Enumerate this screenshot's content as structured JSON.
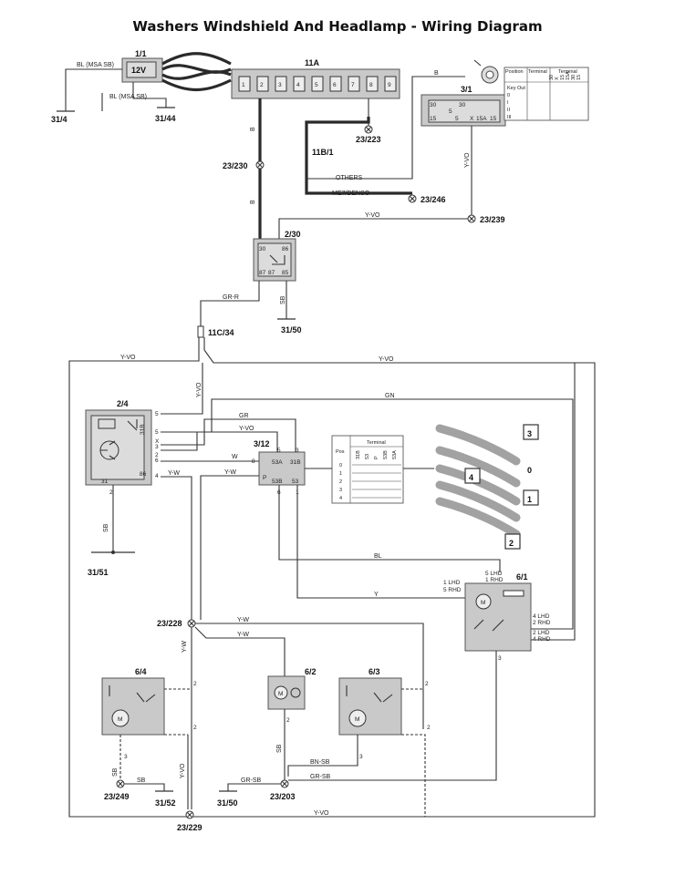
{
  "title": "Washers Windshield And Headlamp - Wiring Diagram",
  "components": {
    "c1_1": {
      "label": "1/1",
      "value": "12V"
    },
    "c11A": {
      "label": "11A",
      "pins": [
        "1",
        "2",
        "3",
        "4",
        "5",
        "6",
        "7",
        "8",
        "9"
      ]
    },
    "c3_1": {
      "label": "3/1",
      "pins": [
        "30",
        "30",
        "5",
        "15",
        "X",
        "15A",
        "15"
      ],
      "sub": "5"
    },
    "c11B": {
      "label": "11B/1"
    },
    "c2_30": {
      "label": "2/30",
      "pins": [
        "30",
        "86",
        "87",
        "87",
        "85"
      ]
    },
    "c11C": {
      "label": "11C/34"
    },
    "c2_4": {
      "label": "2/4",
      "pins": [
        "31",
        "86",
        "31B",
        "5",
        "X",
        "3",
        "2",
        "6",
        "4"
      ]
    },
    "c3_12": {
      "label": "3/12",
      "pins": [
        "53A",
        "31B",
        "53B",
        "53",
        "P",
        "6",
        "1",
        "8"
      ]
    },
    "c6_1": {
      "label": "6/1"
    },
    "c6_2": {
      "label": "6/2"
    },
    "c6_3": {
      "label": "6/3"
    },
    "c6_4": {
      "label": "6/4"
    }
  },
  "grounds": [
    "31/4",
    "31/44",
    "31/50",
    "31/51",
    "31/52",
    "31/50"
  ],
  "splices": [
    "23/223",
    "23/230",
    "23/246",
    "23/239",
    "23/228",
    "23/249",
    "23/203",
    "23/229"
  ],
  "wires": {
    "bl_msa": "BL (MSA SB)",
    "b": "B",
    "others": "OTHERS",
    "me7": "ME7/DENSO",
    "y_vo": "Y-VO",
    "gr_r": "GR-R",
    "sb": "SB",
    "gn": "GN",
    "gr": "GR",
    "w": "W",
    "y_w": "Y-W",
    "bl": "BL",
    "y": "Y",
    "bn_sb": "BN-SB",
    "gr_sb": "GR-SB"
  },
  "motor_pins": {
    "lhd1": "1 LHD",
    "rhd5": "5 RHD",
    "lhd5": "5 LHD",
    "rhd1": "1 RHD",
    "lhd4": "4 LHD",
    "rhd2": "2 RHD",
    "lhd2": "2 LHD",
    "rhd4": "4 RHD"
  },
  "ignition_table": {
    "header_position": "Position",
    "header_terminal": "Terminal",
    "rows": [
      "Key Out",
      "0",
      "I",
      "II",
      "III"
    ],
    "cols": [
      "30",
      "X",
      "15",
      "15A",
      "30",
      "15"
    ]
  },
  "wiper_table": {
    "header_pos": "Pos",
    "header_terminal": "Terminal",
    "cols": [
      "31B",
      "53",
      "P",
      "53B",
      "53A"
    ],
    "rows": [
      "0",
      "1",
      "2",
      "3",
      "4"
    ]
  },
  "stalk_positions": [
    "3",
    "4",
    "0",
    "1",
    "2"
  ]
}
